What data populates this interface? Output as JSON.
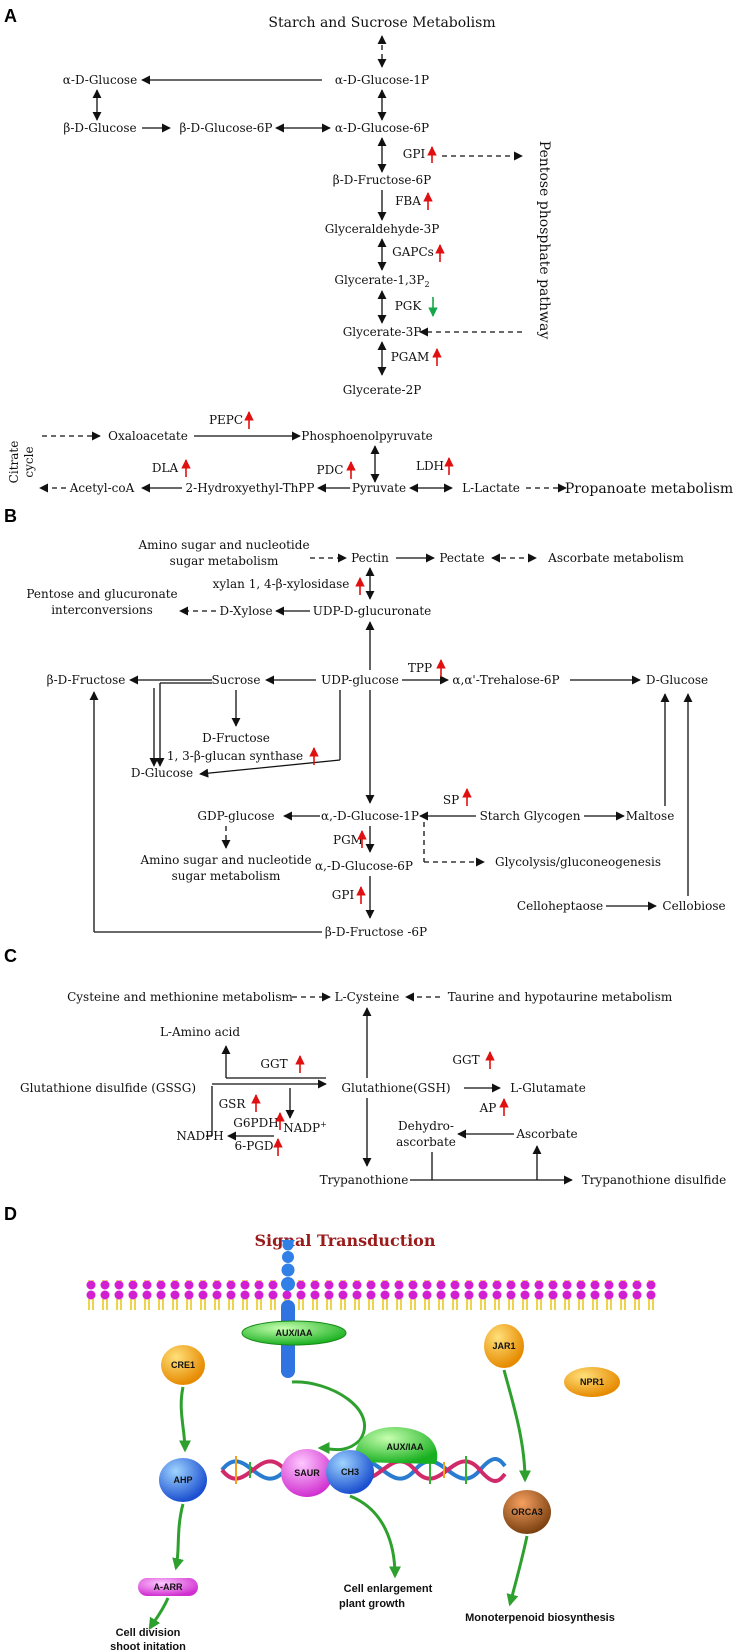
{
  "panels": {
    "a": "A",
    "b": "B",
    "c": "C",
    "d": "D"
  },
  "a": {
    "starch": "Starch and Sucrose Metabolism",
    "adg": "α-D-Glucose",
    "adg1p": "α-D-Glucose-1P",
    "bdg": "β-D-Glucose",
    "bdg6p": "β-D-Glucose-6P",
    "adg6p": "α-D-Glucose-6P",
    "gpi": "GPI",
    "ppp": "Pentose phosphate pathway",
    "bdf6p": "β-D-Fructose-6P",
    "fba": "FBA",
    "ga3p": "Glyceraldehyde-3P",
    "gapcs": "GAPCs",
    "g13p_main": "Glycerate-1,3P",
    "g13p_sub": "2",
    "pgk": "PGK",
    "g3p": "Glycerate-3P",
    "pgam": "PGAM",
    "g2p": "Glycerate-2P",
    "pepc": "PEPC",
    "citrate": "Citrate",
    "cycle": "cycle",
    "oxalo": "Oxaloacetate",
    "pep": "Phosphoenolpyruvate",
    "dla": "DLA",
    "pdc": "PDC",
    "ldh": "LDH",
    "acetyl": "Acetyl-coA",
    "hethpp": "2-Hydroxyethyl-ThPP",
    "pyruvate": "Pyruvate",
    "lactate": "L-Lactate",
    "propanoate": "Propanoate metabolism"
  },
  "b": {
    "amino1a": "Amino sugar and nucleotide",
    "amino1b": "sugar metabolism",
    "pectin": "Pectin",
    "pectate": "Pectate",
    "ascorbate": "Ascorbate metabolism",
    "xylan": "xylan 1, 4-β-xylosidase",
    "pentose1": "Pentose and glucuronate",
    "pentose2": "interconversions",
    "dxylose": "D-Xylose",
    "udpglucuronate": "UDP-D-glucuronate",
    "bdfructose": "β-D-Fructose",
    "sucrose": "Sucrose",
    "udpglucose": "UDP-glucose",
    "tpp": "TPP",
    "trehalose": "α,α'-Trehalose-6P",
    "dglucose_r": "D-Glucose",
    "dfructose": "D-Fructose",
    "glucan": "1, 3-β-glucan synthase",
    "dglucose_l": "D-Glucose",
    "sp": "SP",
    "gdpglucose": "GDP-glucose",
    "adg1p": "α,-D-Glucose-1P",
    "starchgly": "Starch Glycogen",
    "maltose": "Maltose",
    "pgm": "PGM",
    "amino2a": "Amino sugar and nucleotide",
    "amino2b": "sugar metabolism",
    "adg6p": "α,-D-Glucose-6P",
    "glycolysis": "Glycolysis/gluconeogenesis",
    "gpi": "GPI",
    "celloheptaose": "Celloheptaose",
    "cellobiose": "Cellobiose",
    "bdf6p": "β-D-Fructose -6P"
  },
  "c": {
    "cysmet": "Cysteine and methionine metabolism",
    "lcys": "L-Cysteine",
    "taurine": "Taurine and hypotaurine metabolism",
    "laa": "L-Amino acid",
    "ggt1": "GGT",
    "ggt2": "GGT",
    "gssg": "Glutathione disulfide (GSSG)",
    "gsh": "Glutathione(GSH)",
    "lglu": "L-Glutamate",
    "gsr": "GSR",
    "g6pdh": "G6PDH",
    "ap": "AP",
    "nadph": "NADPH",
    "nadp_main": "NADP",
    "nadp_sup": "+",
    "pgd": "6-PGD",
    "dehydro1": "Dehydro-",
    "dehydro2": "ascorbate",
    "ascorbate": "Ascorbate",
    "trypano": "Trypanothione",
    "trypanodis": "Trypanothione disulfide"
  },
  "d": {
    "title": "Signal Transduction",
    "auxiaa_mem": "AUX/IAA",
    "cre1": "CRE1",
    "jar1": "JAR1",
    "npr1": "NPR1",
    "ahp": "AHP",
    "saur": "SAUR",
    "ch3": "CH3",
    "auxiaa_dna": "AUX/IAA",
    "orca3": "ORCA3",
    "aarr": "A-ARR",
    "cell_div1": "Cell division",
    "cell_div2": "shoot initation",
    "cell_enl1": "Cell enlargement",
    "cell_enl2": "plant growth",
    "mono": "Monoterpenoid biosynthesis"
  },
  "colors": {
    "up": "#e01010",
    "down": "#17a64a",
    "title": "#9b1b1b",
    "membrane": "#d21fd2",
    "protein_orange": "#f0a020",
    "protein_blue": "#2f74e0",
    "protein_green": "#22c22a",
    "protein_pink": "#e050e0",
    "arrow_green": "#2ea02e"
  }
}
